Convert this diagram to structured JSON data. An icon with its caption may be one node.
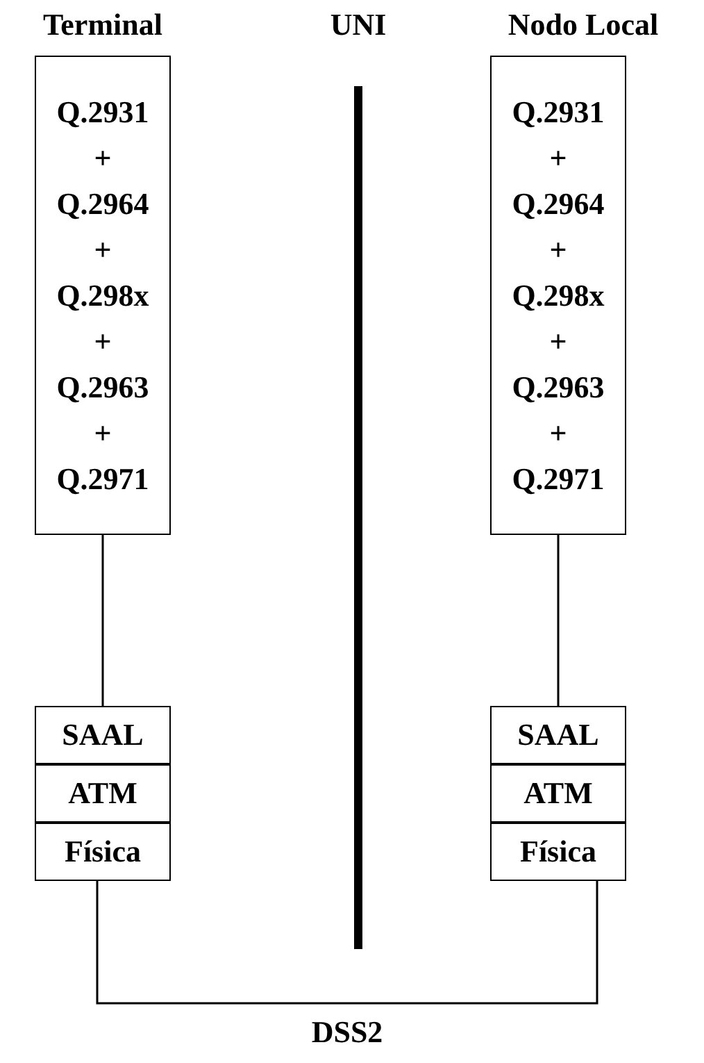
{
  "diagram": {
    "nodes": [
      {
        "text": [
          "Q.2931 + Q.2964 + Q.298x + Q.2963 + Q.2971"
        ]
      },
      {
        "text": [
          "SAAL"
        ]
      },
      {
        "text": [
          "ATM"
        ]
      },
      {
        "text": [
          "Física"
        ]
      },
      {
        "text": [
          "Q.2931 + Q.2964 + Q.298x + Q.2963 + Q.2971"
        ]
      },
      {
        "text": [
          "SAAL"
        ]
      },
      {
        "text": [
          "ATM"
        ]
      },
      {
        "text": [
          "Física"
        ]
      }
    ],
    "edges": [
      {
        "from": 0,
        "to": 1,
        "arrow": "none"
      },
      {
        "from": 4,
        "to": 5,
        "arrow": "none"
      },
      {
        "from": 3,
        "to": 7,
        "arrow": "none",
        "label": "DSS2"
      }
    ],
    "labels": [
      "Terminal",
      "UNI",
      "Nodo Local"
    ]
  }
}
